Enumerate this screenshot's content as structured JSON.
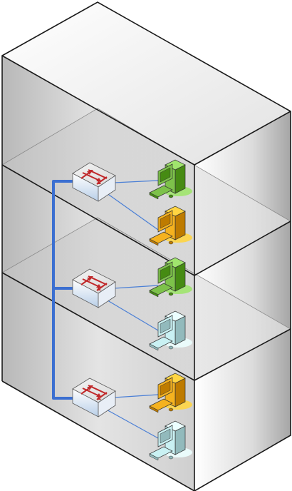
{
  "diagram": {
    "kind": "isometric-building-network",
    "floors": [
      {
        "id": "floor-top",
        "switch": {
          "icon": "network-switch-icon"
        },
        "devices": [
          {
            "icon": "workstation-icon",
            "color": "#7dc24a"
          },
          {
            "icon": "workstation-icon",
            "color": "#f5b21f"
          }
        ]
      },
      {
        "id": "floor-middle",
        "switch": {
          "icon": "network-switch-icon"
        },
        "devices": [
          {
            "icon": "workstation-icon",
            "color": "#7dc24a"
          },
          {
            "icon": "workstation-icon",
            "color": "#c9f1f3"
          }
        ]
      },
      {
        "id": "floor-bottom",
        "switch": {
          "icon": "network-switch-icon"
        },
        "devices": [
          {
            "icon": "workstation-icon",
            "color": "#f5b21f"
          },
          {
            "icon": "workstation-icon",
            "color": "#c9f1f3"
          }
        ]
      }
    ],
    "colors": {
      "backbone": "#3b6fd1",
      "link": "#4a7fd6",
      "switch_arrow": "#c0282a",
      "building_edge": "#1a1a1a"
    }
  }
}
